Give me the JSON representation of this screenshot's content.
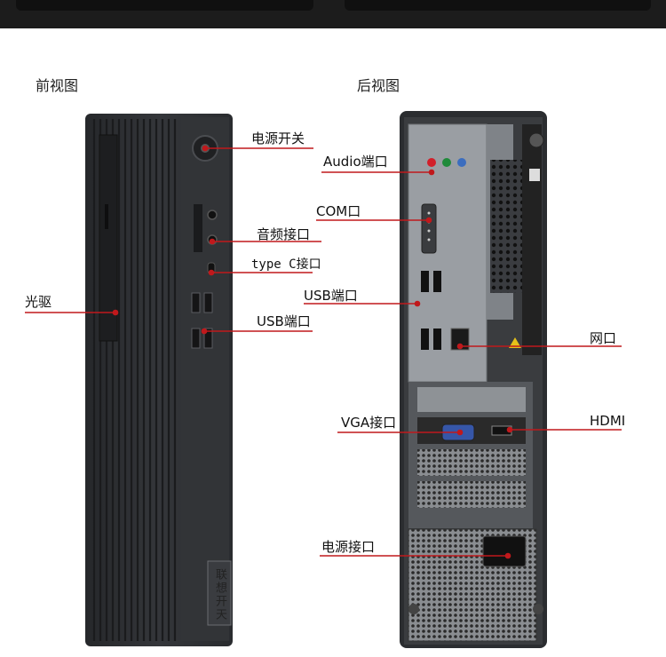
{
  "views": {
    "front_title": "前视图",
    "rear_title": "后视图"
  },
  "front_labels": {
    "power_switch": "电源开关",
    "audio_jack": "音频接口",
    "type_c": "type C接口",
    "usb": "USB端口",
    "optical_drive": "光驱",
    "brand_plate": "联想开天"
  },
  "rear_labels": {
    "audio": "Audio端口",
    "com": "COM口",
    "usb": "USB端口",
    "network": "网口",
    "vga": "VGA接口",
    "hdmi": "HDMI",
    "power": "电源接口"
  },
  "colors": {
    "pointer": "#c0191c",
    "chassis": "#2d2f33",
    "panel": "#9a9ea3"
  }
}
